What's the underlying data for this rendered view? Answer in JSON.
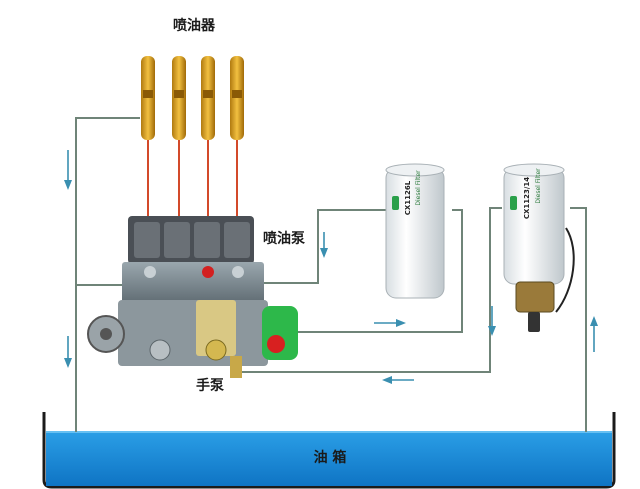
{
  "labels": {
    "injectors": "喷油器",
    "injection_pump": "喷油泵",
    "hand_pump": "手泵",
    "fuel_tank": "油 箱"
  },
  "filters": {
    "filter1_brand": "Diesel Filter",
    "filter1_model": "CX1126L",
    "filter2_brand": "Diesel Filter",
    "filter2_model": "CX1123/14"
  },
  "colors": {
    "tank_fill": "#1a8fd8",
    "fuel_line": "#6f8478",
    "flow_arrow": "#3a8fb0",
    "injector_tube": "#d34a2a",
    "injector_body": "#e0a020",
    "pump_cover": "#2db84a"
  }
}
